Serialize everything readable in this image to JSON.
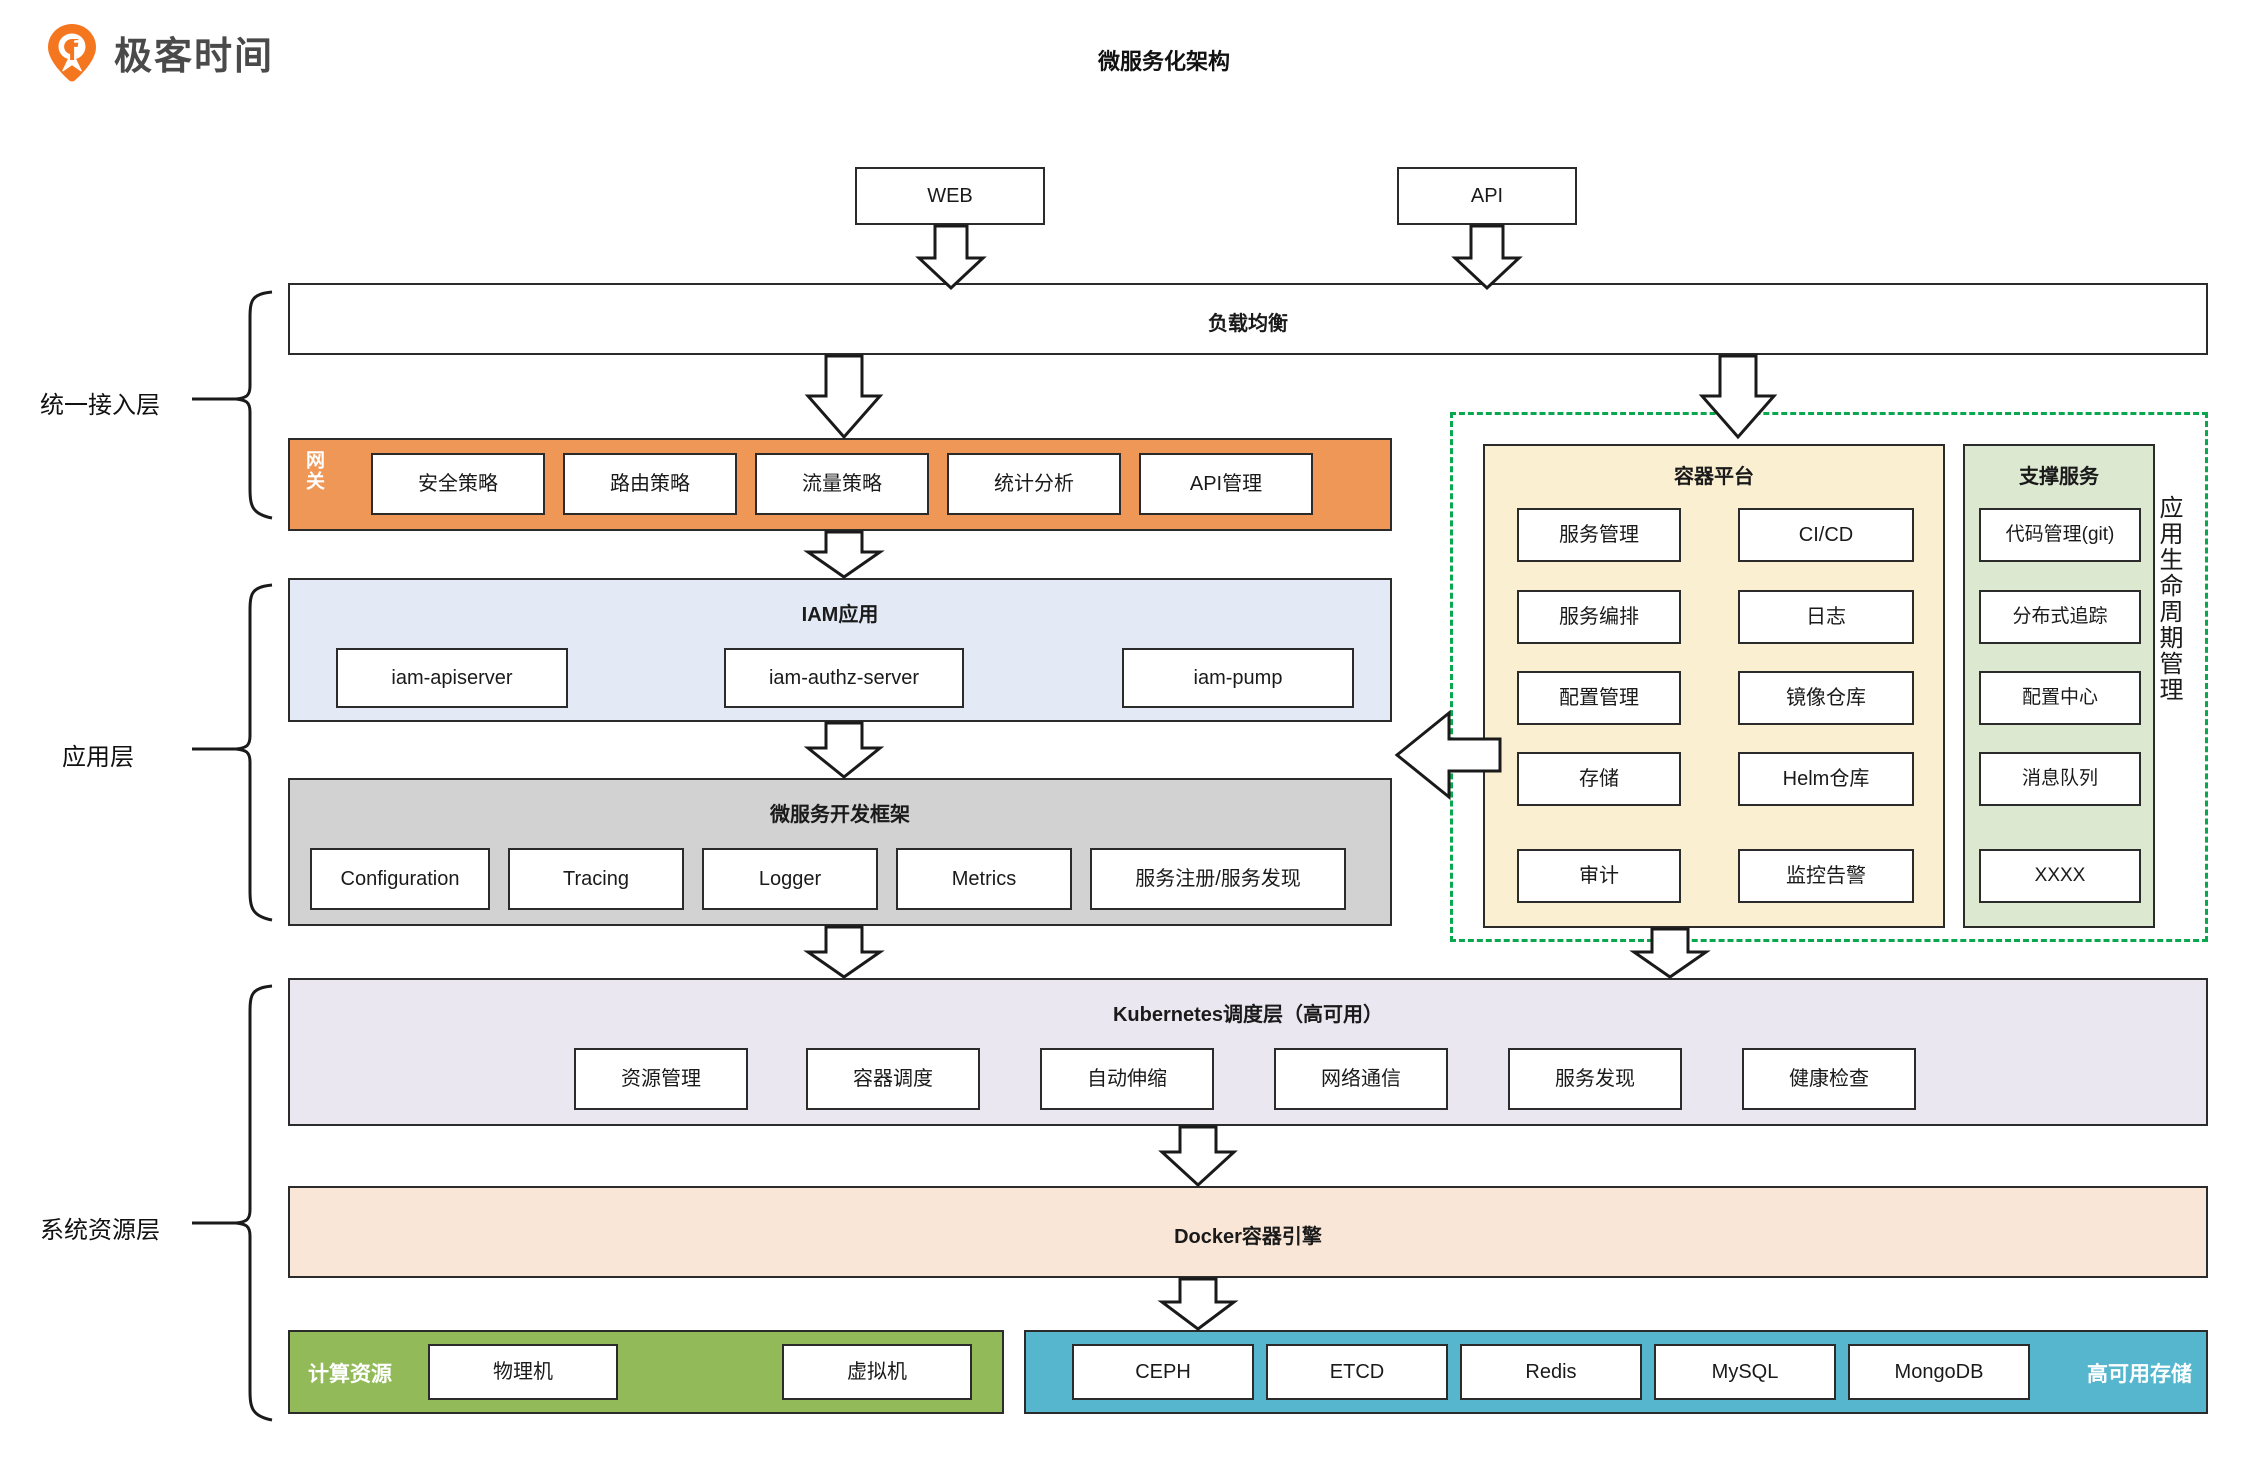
{
  "brand": {
    "name": "极客时间",
    "logo_color": "#F4761F",
    "icon": "geektime-pin-icon"
  },
  "title": "微服务化架构",
  "layer_labels": [
    {
      "name": "unified-access-layer",
      "text": "统一接入层"
    },
    {
      "name": "application-layer",
      "text": "应用层"
    },
    {
      "name": "system-resource-layer",
      "text": "系统资源层"
    }
  ],
  "entry": {
    "web": "WEB",
    "api": "API"
  },
  "load_balancer": {
    "title": "负载均衡"
  },
  "gateway": {
    "side_label": "网关",
    "color": "#EE9757",
    "items": [
      "安全策略",
      "路由策略",
      "流量策略",
      "统计分析",
      "API管理"
    ]
  },
  "iam": {
    "title": "IAM应用",
    "color": "#E3EAF5",
    "items": [
      "iam-apiserver",
      "iam-authz-server",
      "iam-pump"
    ]
  },
  "framework": {
    "title": "微服务开发框架",
    "color": "#D2D2D2",
    "items": [
      "Configuration",
      "Tracing",
      "Logger",
      "Metrics",
      "服务注册/服务发现"
    ]
  },
  "lifecycle": {
    "side_label": "应用生命周期管理",
    "border_color": "#09A84E",
    "container_platform": {
      "title": "容器平台",
      "color": "#FBEFD2",
      "col_left": [
        "服务管理",
        "服务编排",
        "配置管理",
        "存储",
        "审计"
      ],
      "col_right": [
        "CI/CD",
        "日志",
        "镜像仓库",
        "Helm仓库",
        "监控告警"
      ]
    },
    "support_services": {
      "title": "支撑服务",
      "color": "#DCE8D0",
      "items": [
        "代码管理(git)",
        "分布式追踪",
        "配置中心",
        "消息队列",
        "XXXX"
      ]
    }
  },
  "kubernetes": {
    "title": "Kubernetes调度层（高可用）",
    "color": "#EAE7F0",
    "items": [
      "资源管理",
      "容器调度",
      "自动伸缩",
      "网络通信",
      "服务发现",
      "健康检查"
    ]
  },
  "docker": {
    "title": "Docker容器引擎",
    "color": "#FAE6D7"
  },
  "compute": {
    "side_label": "计算资源",
    "color": "#92BA59",
    "items": [
      "物理机",
      "虚拟机"
    ]
  },
  "storage": {
    "side_label": "高可用存储",
    "color": "#55B6CE",
    "items": [
      "CEPH",
      "ETCD",
      "Redis",
      "MySQL",
      "MongoDB"
    ]
  }
}
